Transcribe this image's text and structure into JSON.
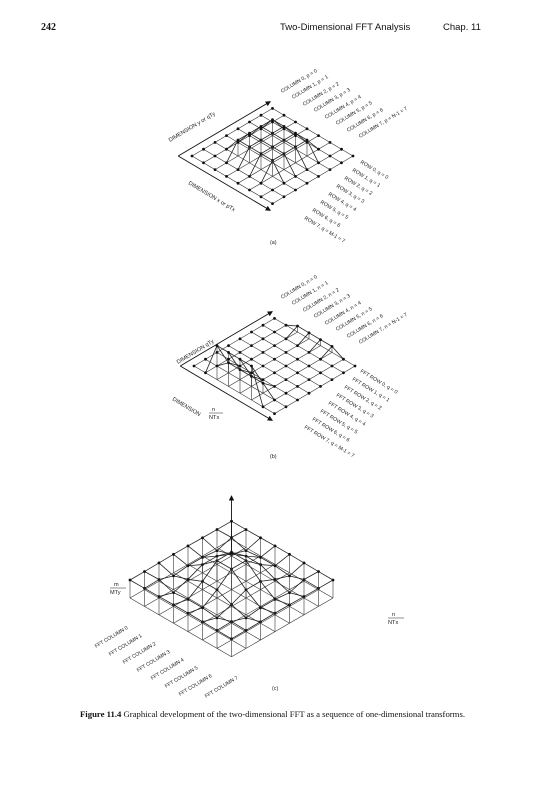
{
  "header": {
    "page_number": "242",
    "running_title": "Two-Dimensional FFT Analysis",
    "chapter": "Chap. 11"
  },
  "figure_a": {
    "column_labels": [
      "COLUMN 0, p = 0",
      "COLUMN 1, p = 1",
      "COLUMN 2, p = 2",
      "COLUMN 3, p = 3",
      "COLUMN 4, p = 4",
      "COLUMN 5, p = 5",
      "COLUMN 6, p = 6",
      "COLUMN 7, p = N-1 = 7"
    ],
    "row_labels": [
      "ROW 0, q = 0",
      "ROW 1, q = 1",
      "ROW 2, q = 2",
      "ROW 3, q = 3",
      "ROW 4, q = 4",
      "ROW 5, q = 5",
      "ROW 6, q = 6",
      "ROW 7, q = M-1 = 7"
    ],
    "axis_y": "DIMENSION y or qTy",
    "axis_x": "DIMENSION x or pTx",
    "sub_label": "(a)"
  },
  "figure_b": {
    "column_labels": [
      "COLUMN 0, n = 0",
      "COLUMN 1, n = 1",
      "COLUMN 2, n = 2",
      "COLUMN 3, n = 3",
      "COLUMN 4, n = 4",
      "COLUMN 5, n = 5",
      "COLUMN 6, n = 6",
      "COLUMN 7, n = N-1 = 7"
    ],
    "row_labels": [
      "FFT ROW 0, q = 0",
      "FFT ROW 1, q = 1",
      "FFT ROW 2, q = 2",
      "FFT ROW 3, q = 3",
      "FFT ROW 4, q = 4",
      "FFT ROW 5, q = 5",
      "FFT ROW 6, q = 6",
      "FFT ROW 7, q = M-1 = 7"
    ],
    "axis_y": "DIMENSION qTy",
    "axis_x_top": "DIMENSION",
    "axis_x_frac_num": "n",
    "axis_x_frac_den": "NTx",
    "sub_label": "(b)"
  },
  "figure_c": {
    "column_labels": [
      "FFT COLUMN 0",
      "FFT COLUMN 1",
      "FFT COLUMN 2",
      "FFT COLUMN 3",
      "FFT COLUMN 4",
      "FFT COLUMN 5",
      "FFT COLUMN 6",
      "FFT COLUMN 7"
    ],
    "left_axis_num": "m",
    "left_axis_den": "MTy",
    "right_axis_num": "n",
    "right_axis_den": "NTx",
    "sub_label": "(c)"
  },
  "caption": {
    "label": "Figure 11.4",
    "text": "Graphical development of the two-dimensional FFT as a sequence of one-dimensional transforms."
  }
}
